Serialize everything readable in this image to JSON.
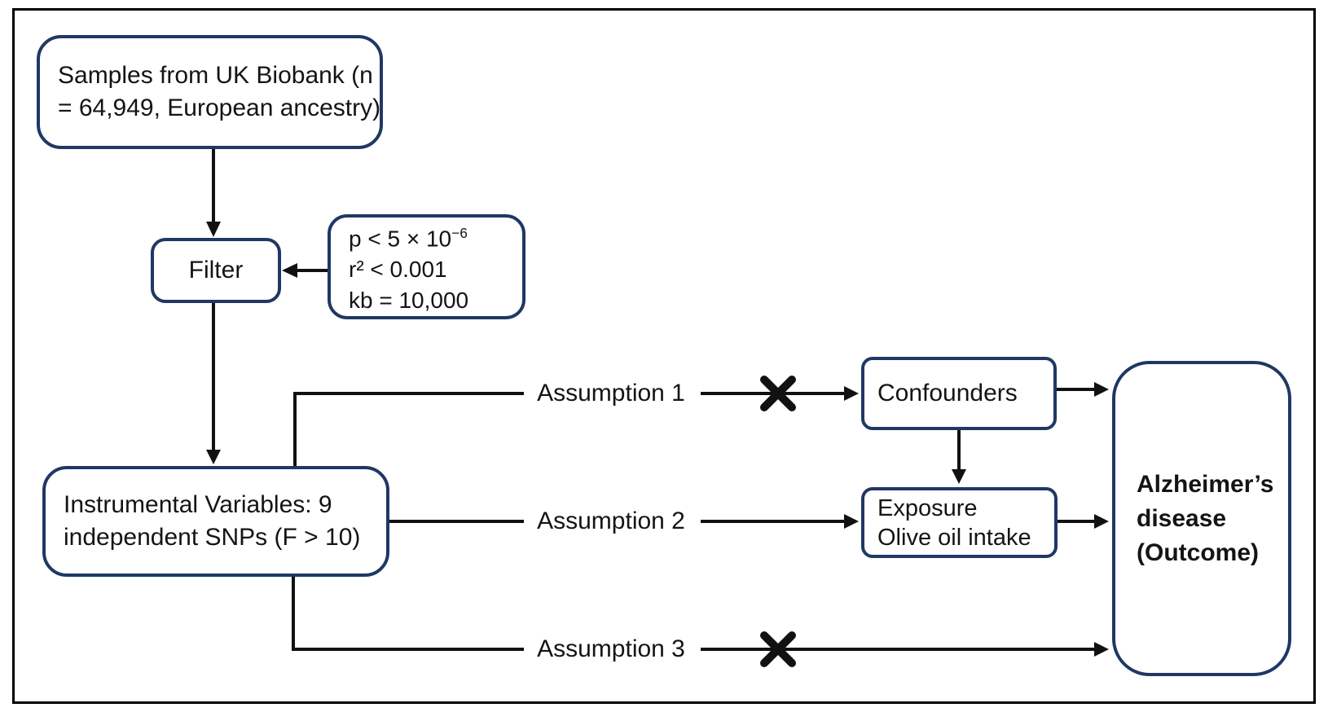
{
  "figure": {
    "background": "#ffffff",
    "frame_border_color": "#000000",
    "box_border_color": "#1f3864",
    "arrow_color": "#111111"
  },
  "nodes": {
    "samples": {
      "lines": [
        "Samples from UK Biobank (n",
        "= 64,949, European ancestry)"
      ]
    },
    "filter": {
      "label": "Filter"
    },
    "criteria": {
      "line1_base": "p < 5 × 10",
      "line1_sup": "−6",
      "line2": "r² < 0.001",
      "line3": "kb = 10,000"
    },
    "iv": {
      "lines": [
        "Instrumental Variables: 9",
        "independent SNPs (F > 10)"
      ]
    },
    "confounders": {
      "label": "Confounders"
    },
    "exposure": {
      "lines": [
        "Exposure",
        "Olive oil intake"
      ]
    },
    "outcome": {
      "lines": [
        "Alzheimer’s",
        "disease",
        "(Outcome)"
      ]
    }
  },
  "edges": {
    "assumption1": {
      "label": "Assumption 1",
      "blocked": true
    },
    "assumption2": {
      "label": "Assumption 2",
      "blocked": false
    },
    "assumption3": {
      "label": "Assumption 3",
      "blocked": true
    }
  }
}
